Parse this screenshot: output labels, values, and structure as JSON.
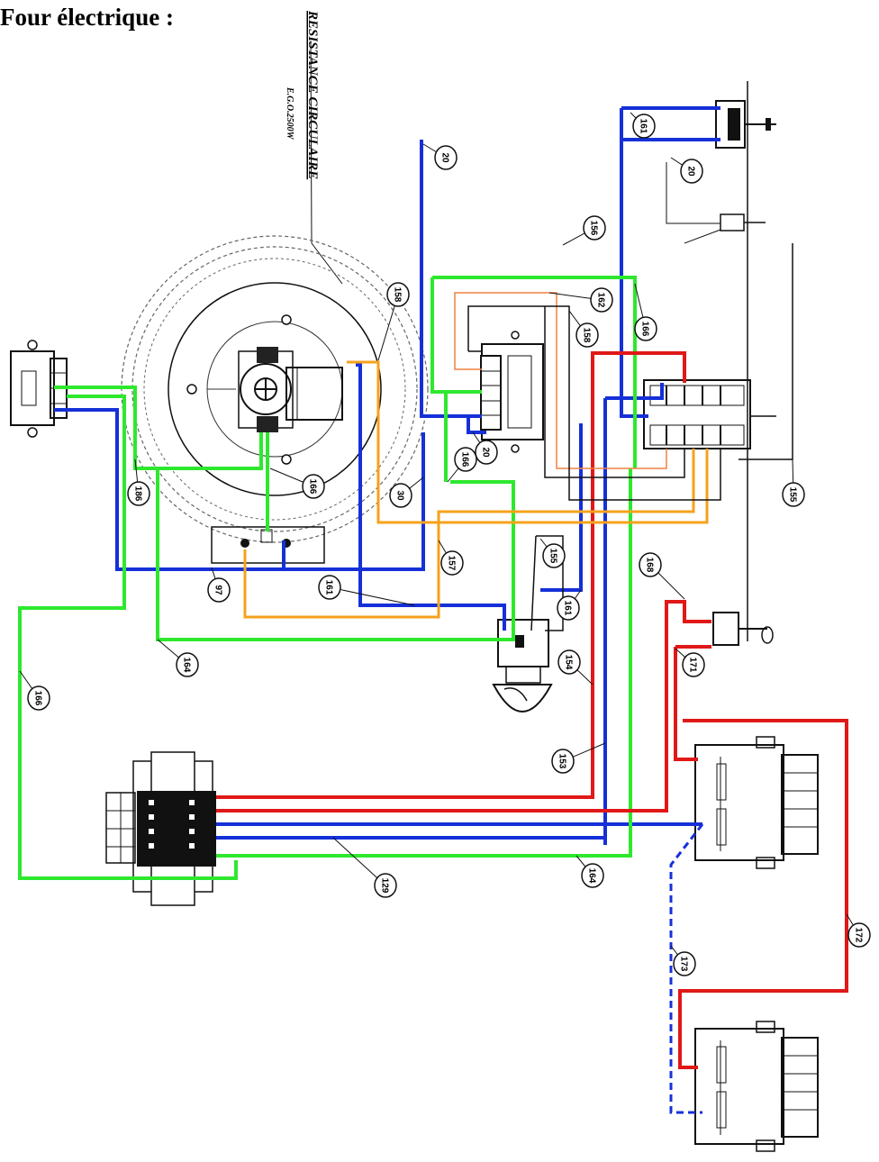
{
  "page": {
    "title": "Four électrique :"
  },
  "element_label": {
    "title": "RESISTANCE CIRCULAIRE",
    "spec": "E.G.O.2500W"
  },
  "colors": {
    "blue": "#1530d8",
    "green": "#2ee82e",
    "red": "#e01818",
    "orange": "#f5a21c",
    "light_orange": "#f08040",
    "black": "#111111",
    "grey": "#555555"
  },
  "wire_labels": {
    "w161_top": "161",
    "w20_top": "20",
    "w20_left": "20",
    "w156": "156",
    "w162": "162",
    "w158_left": "158",
    "w158_right": "158",
    "w166_right": "166",
    "w20_mid": "20",
    "w166_mid": "166",
    "w30": "30",
    "w166_motor": "166",
    "w186": "186",
    "w97": "97",
    "w157": "157",
    "w155_mid": "155",
    "w161_mid": "161",
    "w161_right": "161",
    "w155_right": "155",
    "w168": "168",
    "w171": "171",
    "w164": "164",
    "w166_left": "166",
    "w154": "154",
    "w153": "153",
    "w129": "129",
    "w164_bottom": "164",
    "w172": "172",
    "w173": "173"
  }
}
